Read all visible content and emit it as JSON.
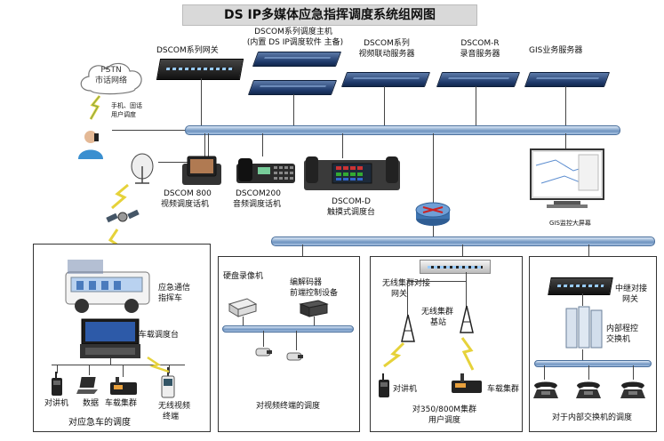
{
  "title": "DS IP多媒体应急指挥调度系统组网图",
  "top": {
    "gateway": "DSCOM系列网关",
    "host_line1": "DSCOM系列调度主机",
    "host_line2": "(内置 DS IP调度软件 主备)",
    "video_line1": "DSCOM系列",
    "video_line2": "视频联动服务器",
    "rec_line1": "DSCOM-R",
    "rec_line2": "录音服务器",
    "gis_server": "GIS业务服务器"
  },
  "pstn": {
    "line1": "PSTN",
    "line2": "市话网络",
    "users_line1": "手机、固话",
    "users_line2": "用户调度"
  },
  "middle": {
    "video_phone_line1": "DSCOM 800",
    "video_phone_line2": "视频调度话机",
    "audio_phone_line1": "DSCOM200",
    "audio_phone_line2": "音频调度话机",
    "touch_line1": "DSCOM-D",
    "touch_line2": "触摸式调度台",
    "gis_monitor": "GIS监控大屏幕"
  },
  "vehicle": {
    "truck_line1": "应急通信",
    "truck_line2": "指挥车",
    "console": "车载调度台",
    "walkie": "对讲机",
    "data": "数据",
    "vehicle_radio": "车载集群",
    "wireless_line1": "无线视频",
    "wireless_line2": "终端",
    "caption": "对应急车的调度"
  },
  "video": {
    "recorder": "硬盘录像机",
    "codec_line1": "编解码器",
    "codec_line2": "前端控制设备",
    "caption": "对视频终端的调度"
  },
  "trunk": {
    "gateway_line1": "无线集群对接",
    "gateway_line2": "网关",
    "base_line1": "无线集群",
    "base_line2": "基站",
    "walkie": "对讲机",
    "vehicle_radio": "车载集群",
    "caption_line1": "对350/800M集群",
    "caption_line2": "用户调度"
  },
  "pbx": {
    "relay_line1": "中继对接",
    "relay_line2": "网关",
    "pbx_line1": "内部程控",
    "pbx_line2": "交换机",
    "caption": "对于内部交换机的调度"
  },
  "colors": {
    "bus": "#6e93c0",
    "server": "#1f3a6b",
    "title_bg": "#d9d9d9"
  }
}
